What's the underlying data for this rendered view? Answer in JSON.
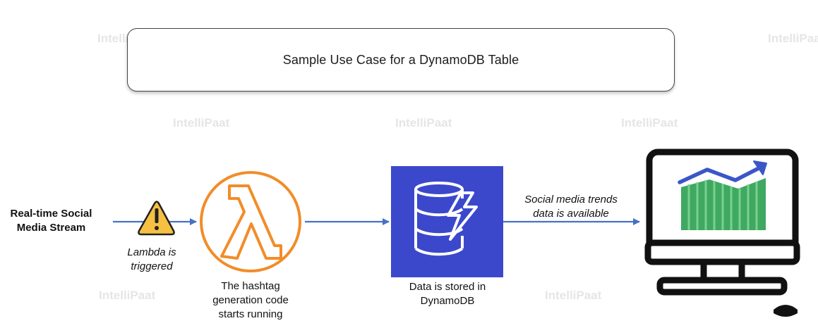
{
  "title": "Sample  Use Case for a DynamoDB Table",
  "watermark_text": "IntelliPaat",
  "source_label": [
    "Real-time Social",
    "Media Stream"
  ],
  "trigger_label": [
    "Lambda is",
    "triggered"
  ],
  "lambda_label": [
    "The hashtag",
    "generation code",
    "starts running"
  ],
  "dynamo_label": [
    "Data is stored in",
    "DynamoDB"
  ],
  "trends_label": [
    "Social media trends",
    "data is available"
  ],
  "icons": {
    "warning": "warning-triangle-icon",
    "lambda": "aws-lambda-icon",
    "dynamodb": "aws-dynamodb-icon",
    "monitor": "monitor-chart-icon",
    "mouse": "mouse-icon"
  },
  "colors": {
    "arrow": "#4472c4",
    "lambda_orange": "#f28c28",
    "dynamodb_blue": "#3b48cc",
    "warning_yellow": "#f6c142",
    "chart_green": "#3fa861",
    "chart_arrow": "#3b56c8"
  }
}
